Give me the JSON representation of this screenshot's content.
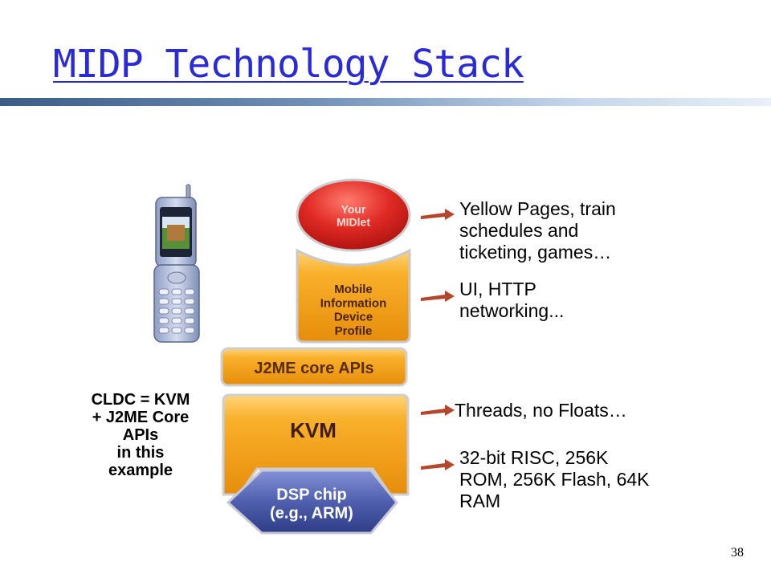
{
  "slide": {
    "title": "MIDP Technology Stack",
    "page_number": "38"
  },
  "stack": {
    "midlet": "Your\nMIDlet",
    "midp": "Mobile\nInformation\nDevice\nProfile",
    "core_apis": "J2ME core APIs",
    "kvm": "KVM",
    "chip": "DSP chip\n(e.g., ARM)"
  },
  "descriptions": {
    "midlet": "Yellow Pages, train\nschedules and\nticketing, games…",
    "midp": "UI, HTTP\nnetworking...",
    "kvm": "Threads, no Floats…",
    "chip": "32-bit RISC, 256K\nROM, 256K Flash, 64K\nRAM"
  },
  "cldc_note": "CLDC = KVM\n+ J2ME Core\nAPIs\nin this\nexample",
  "colors": {
    "title": "#2a2ad8",
    "orange": "#f5a21a",
    "red": "#d41e1e",
    "blue": "#4f5fae",
    "arrow": "#b5462b"
  },
  "icons": [
    "flip-phone-icon",
    "right-arrow-icon"
  ]
}
